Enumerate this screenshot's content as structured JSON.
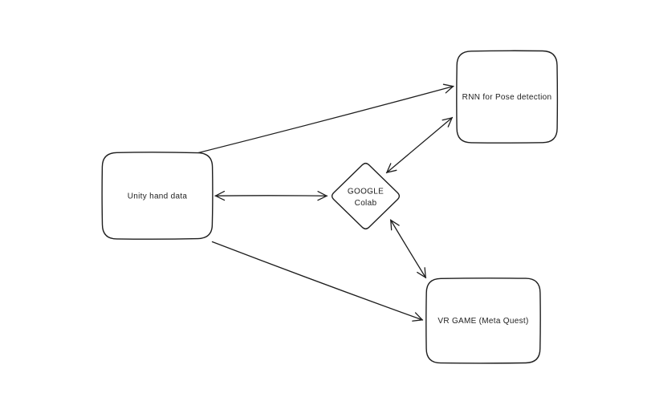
{
  "canvas": {
    "background_color": "#ffffff",
    "stroke_color": "#1e1e1e"
  },
  "nodes": {
    "unity": {
      "label": "Unity hand data",
      "shape": "rounded-rectangle"
    },
    "rnn": {
      "label": "RNN for Pose detection",
      "shape": "rounded-rectangle"
    },
    "colab": {
      "label_line1": "GOOGLE",
      "label_line2": "Colab",
      "shape": "diamond"
    },
    "vr_game": {
      "label": "VR GAME (Meta Quest)",
      "shape": "rounded-rectangle"
    }
  },
  "edges": [
    {
      "from": "Unity hand data",
      "to": "RNN for Pose detection",
      "arrows": "single"
    },
    {
      "from": "Unity hand data",
      "to": "GOOGLE Colab",
      "arrows": "double"
    },
    {
      "from": "GOOGLE Colab",
      "to": "RNN for Pose detection",
      "arrows": "double"
    },
    {
      "from": "GOOGLE Colab",
      "to": "VR GAME (Meta Quest)",
      "arrows": "double"
    },
    {
      "from": "Unity hand data",
      "to": "VR GAME (Meta Quest)",
      "arrows": "single"
    }
  ]
}
